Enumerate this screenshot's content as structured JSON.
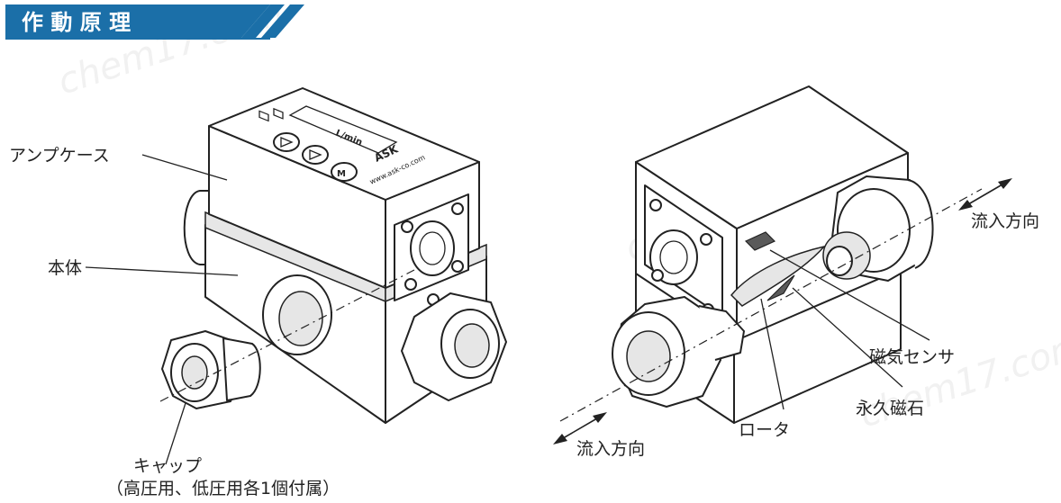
{
  "header": {
    "title": "作 動 原 理",
    "accent_color": "#1b6fa8"
  },
  "watermark": "chem17.com",
  "labels": {
    "amp_case": "アンプケース",
    "main_body": "本体",
    "cap": "キャップ",
    "cap_note": "（高圧用、低圧用各1個付属）",
    "flow_direction_right": "流入方向",
    "flow_direction_left": "流入方向",
    "magnetic_sensor": "磁気センサ",
    "permanent_magnet": "永久磁石",
    "rotor": "ロータ"
  },
  "device_markings": {
    "unit": "L/min",
    "brand": "ASK",
    "url": "www.ask-co.com"
  }
}
